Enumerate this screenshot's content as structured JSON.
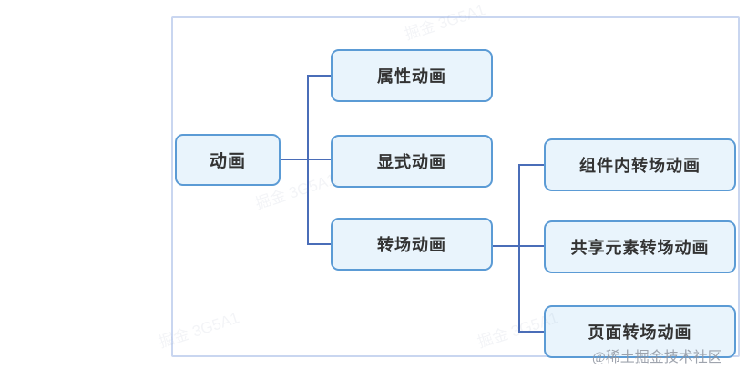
{
  "colors": {
    "node_fill": "#e9f4fc",
    "node_border": "#5b9bd5",
    "connector": "#4a6db8",
    "frame_border": "#c9d6f0",
    "text": "#333333",
    "watermark": "#8f95a0"
  },
  "diagram": {
    "type": "mindmap-tree",
    "root": {
      "label": "动画"
    },
    "level1": [
      {
        "label": "属性动画"
      },
      {
        "label": "显式动画"
      },
      {
        "label": "转场动画"
      }
    ],
    "level2": [
      {
        "label": "组件内转场动画"
      },
      {
        "label": "共享元素转场动画"
      },
      {
        "label": "页面转场动画"
      }
    ]
  },
  "watermark": {
    "credit": "@稀土掘金技术社区",
    "diagonal": "掘金 3G5A1"
  }
}
